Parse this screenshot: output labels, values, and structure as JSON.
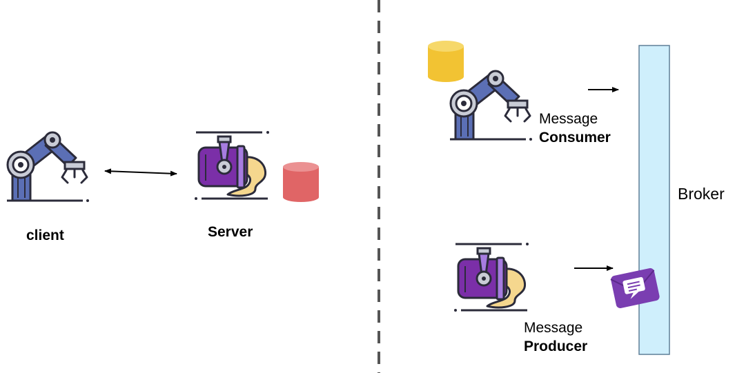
{
  "diagram": {
    "left": {
      "client_label": "client",
      "server_label": "Server"
    },
    "right": {
      "consumer_prefix": "Message",
      "consumer_label": "Consumer",
      "producer_prefix": "Message",
      "producer_label": "Producer",
      "broker_label": "Broker"
    }
  },
  "colors": {
    "robot_blue": "#5B6FB5",
    "robot_dark": "#2B2B3A",
    "robot_grey": "#C9CCD6",
    "machine_purple": "#7B2FA8",
    "machine_violet": "#A77CE0",
    "dough_yellow": "#F5D78E",
    "db_red": "#E06566",
    "db_yellow": "#F2C333",
    "broker_fill": "#CFEFFC",
    "broker_stroke": "#5E7F97",
    "envelope_purple": "#7A3EB1",
    "divider_grey": "#555555"
  },
  "icons": {
    "client": "robot-arm-icon",
    "server": "machine-icon",
    "server_db": "database-icon",
    "consumer": "robot-arm-icon",
    "consumer_db": "database-icon",
    "producer": "machine-icon",
    "message": "envelope-icon"
  }
}
